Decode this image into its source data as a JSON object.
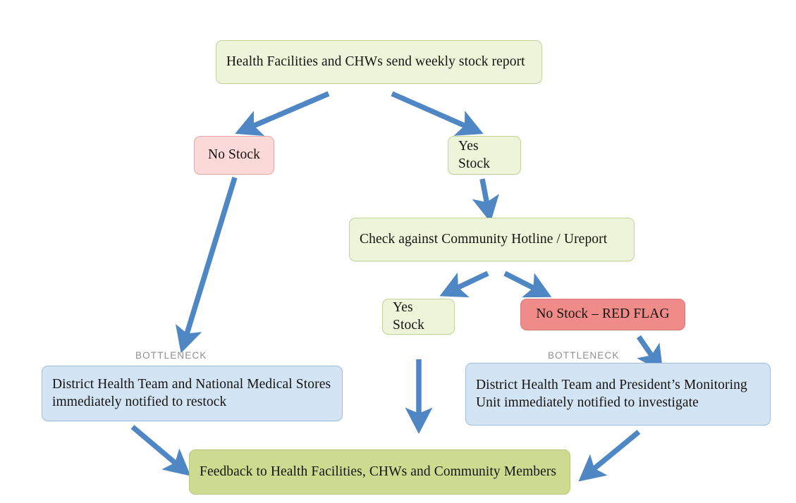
{
  "diagram": {
    "title": "Stock reporting and bottleneck escalation flowchart",
    "colors": {
      "arrow": "#4f87c4",
      "pale_green": "#eef4d9",
      "green": "#cddb90",
      "pink": "#fbd9d8",
      "red": "#ef8b89",
      "blue": "#d3e4f5",
      "bottleneck_label": "#8f8f8f"
    },
    "nodes": {
      "weekly_report": {
        "label": "Health Facilities and CHWs send weekly stock report",
        "fill": "pale-green"
      },
      "no_stock": {
        "label": "No Stock",
        "fill": "pink"
      },
      "yes_stock": {
        "label": "Yes Stock",
        "fill": "pale-green"
      },
      "check_hotline": {
        "label": "Check against Community Hotline /  Ureport",
        "fill": "pale-green"
      },
      "yes_stock_2": {
        "label": "Yes Stock",
        "fill": "pale-green"
      },
      "no_stock_red_flag": {
        "label": "No Stock – RED FLAG",
        "fill": "red"
      },
      "restock_notify": {
        "label": "District Health Team and National Medical Stores immediately notified to restock",
        "fill": "blue"
      },
      "investigate_notify": {
        "label": "District Health Team and President’s Monitoring Unit immediately notified to investigate",
        "fill": "blue"
      },
      "feedback": {
        "label": "Feedback to Health Facilities, CHWs and Community Members",
        "fill": "green"
      }
    },
    "labels": {
      "bottleneck_left": "BOTTLENECK",
      "bottleneck_right": "BOTTLENECK"
    }
  }
}
